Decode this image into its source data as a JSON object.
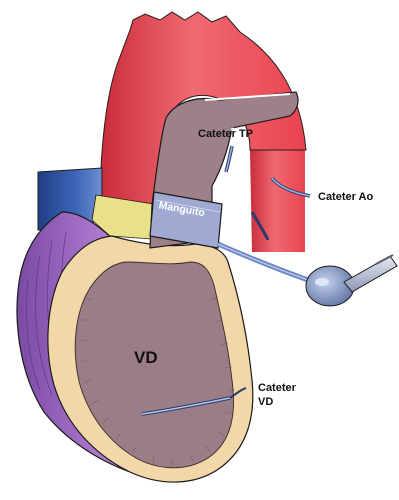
{
  "labels": {
    "cateter_tp": "Cateter TP",
    "cateter_ao": "Cateter Ao",
    "manguito": "Manguito",
    "vd": "VD",
    "cateter_vd_line1": "Cateter",
    "cateter_vd_line2": "VD"
  },
  "colors": {
    "aorta": "#e8434f",
    "pulmonary_trunk": "#9d8088",
    "myocardium": "#f2d7a8",
    "ventricle_cavity": "#9a7d86",
    "left_ventricle": "#a86fc6",
    "vena_cava": "#2f56a8",
    "cuff": "#9fa9d1",
    "catheter": "#6f86c4",
    "outline": "#1a1a1a"
  }
}
